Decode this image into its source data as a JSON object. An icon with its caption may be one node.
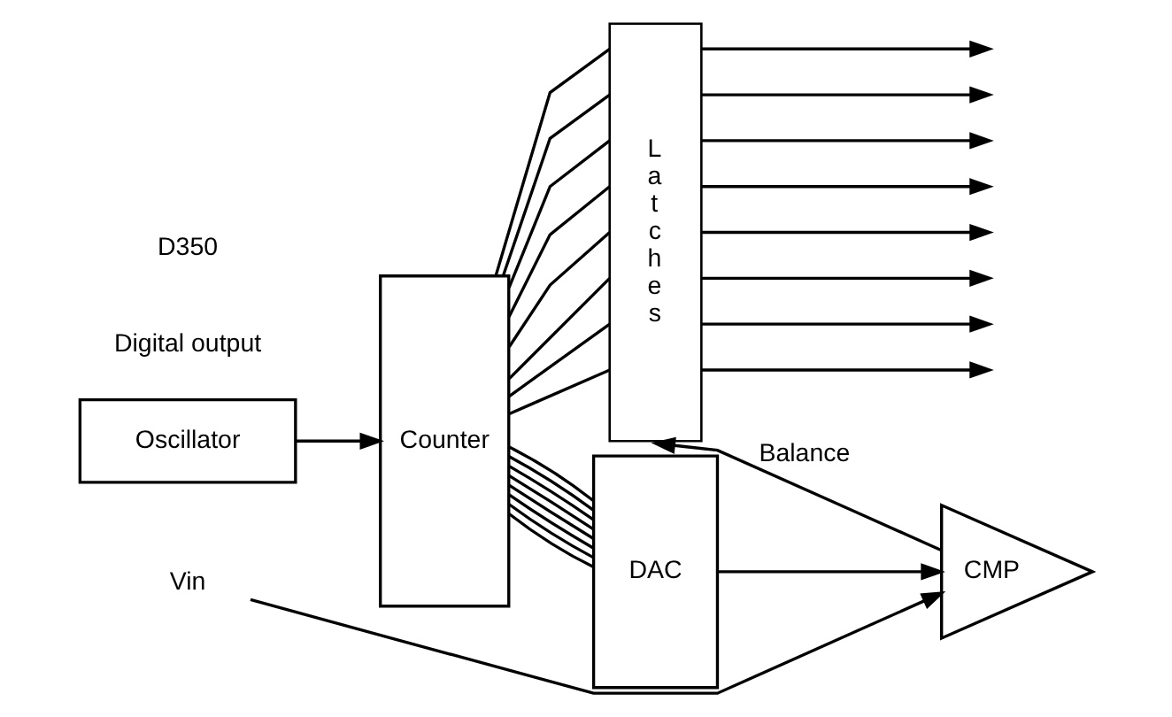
{
  "diagram": {
    "nodes": [
      {
        "text": [
          "Oscillator"
        ]
      },
      {
        "text": [
          "Counter"
        ]
      },
      {
        "text": [
          "Latches"
        ]
      },
      {
        "text": [
          "DAC"
        ]
      },
      {
        "text": [
          "CMP"
        ]
      },
      {
        "text": [
          "Vin"
        ]
      }
    ],
    "edges": [
      {
        "from": 0,
        "to": 1,
        "arrow": "to"
      },
      {
        "from": 1,
        "to": 3,
        "arrow": "none"
      },
      {
        "from": 1,
        "to": 3,
        "arrow": "none"
      },
      {
        "from": 1,
        "to": 3,
        "arrow": "none"
      },
      {
        "from": 1,
        "to": 3,
        "arrow": "none"
      },
      {
        "from": 1,
        "to": 3,
        "arrow": "none"
      },
      {
        "from": 1,
        "to": 3,
        "arrow": "none"
      },
      {
        "from": 1,
        "to": 3,
        "arrow": "none"
      },
      {
        "from": 1,
        "to": 3,
        "arrow": "none"
      },
      {
        "from": 1,
        "to": 2,
        "arrow": "none"
      },
      {
        "from": 1,
        "to": 2,
        "arrow": "none"
      },
      {
        "from": 1,
        "to": 2,
        "arrow": "none"
      },
      {
        "from": 1,
        "to": 2,
        "arrow": "none"
      },
      {
        "from": 1,
        "to": 2,
        "arrow": "none"
      },
      {
        "from": 1,
        "to": 2,
        "arrow": "none"
      },
      {
        "from": 1,
        "to": 2,
        "arrow": "none"
      },
      {
        "from": 1,
        "to": 2,
        "arrow": "none"
      },
      {
        "from": 3,
        "to": 4,
        "arrow": "to"
      },
      {
        "from": 5,
        "to": 4,
        "arrow": "to"
      },
      {
        "from": 4,
        "to": 2,
        "label": "Balance",
        "arrow": "to"
      },
      {
        "from": 2,
        "to": null,
        "arrow": "to"
      },
      {
        "from": 2,
        "to": null,
        "arrow": "to"
      },
      {
        "from": 2,
        "to": null,
        "arrow": "to"
      },
      {
        "from": 2,
        "to": null,
        "arrow": "to"
      },
      {
        "from": 2,
        "to": null,
        "arrow": "to"
      },
      {
        "from": 2,
        "to": null,
        "arrow": "to"
      },
      {
        "from": 2,
        "to": null,
        "arrow": "to"
      },
      {
        "from": 2,
        "to": null,
        "arrow": "to"
      }
    ],
    "labels": [
      "Digital output",
      "D350"
    ]
  }
}
